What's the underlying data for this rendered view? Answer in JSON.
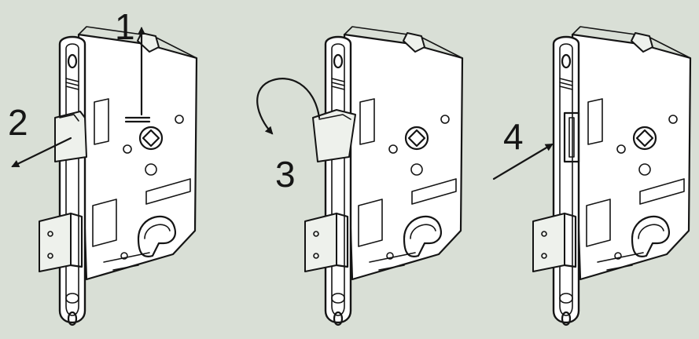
{
  "steps": [
    {
      "id": "1",
      "label": "1"
    },
    {
      "id": "2",
      "label": "2"
    },
    {
      "id": "3",
      "label": "3"
    },
    {
      "id": "4",
      "label": "4"
    }
  ],
  "colors": {
    "background": "#d9dfd6",
    "line": "#151515",
    "fill": "#ffffff"
  }
}
